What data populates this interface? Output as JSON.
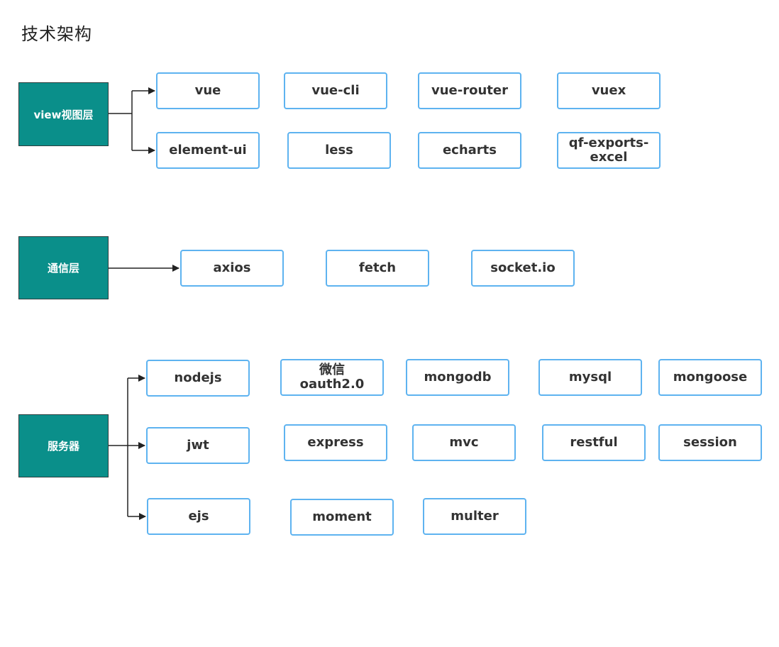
{
  "title": "技术架构",
  "colors": {
    "layer_fill": "#0a8f8a",
    "node_border": "#5eb3f0",
    "connector": "#222222"
  },
  "layers": {
    "view": {
      "label": "view视图层",
      "nodes": [
        "vue",
        "vue-cli",
        "vue-router",
        "vuex",
        "element-ui",
        "less",
        "echarts",
        "qf-exports-\nexcel"
      ]
    },
    "comm": {
      "label": "通信层",
      "nodes": [
        "axios",
        "fetch",
        "socket.io"
      ]
    },
    "server": {
      "label": "服务器",
      "nodes": [
        "nodejs",
        "微信\noauth2.0",
        "mongodb",
        "mysql",
        "mongoose",
        "jwt",
        "express",
        "mvc",
        "restful",
        "session",
        "ejs",
        "moment",
        "multer"
      ]
    }
  }
}
